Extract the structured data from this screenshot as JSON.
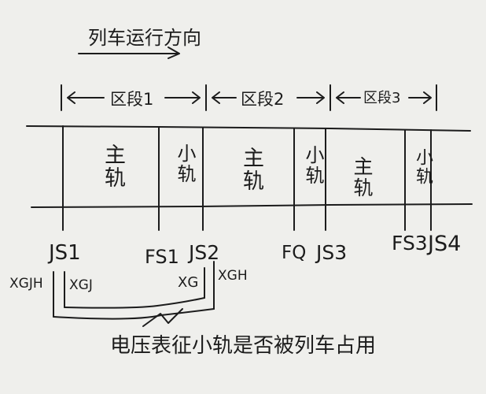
{
  "direction_label": "列车运行方向",
  "sections": [
    "区段1",
    "区段2",
    "区段3"
  ],
  "rail_labels": {
    "main": "主轨",
    "small": "小轨"
  },
  "joint_labels": {
    "js1": "JS1",
    "fs1": "FS1",
    "js2": "JS2",
    "fq": "FQ",
    "js3": "JS3",
    "fs3": "FS3",
    "js4": "JS4"
  },
  "wire_labels": {
    "xgjh": "XGJH",
    "xgj": "XGJ",
    "xg": "XG",
    "xgh": "XGH"
  },
  "caption": "电压表征小轨是否被列车占用",
  "colors": {
    "ink": "#1c1c1c",
    "paper": "#efefec"
  }
}
